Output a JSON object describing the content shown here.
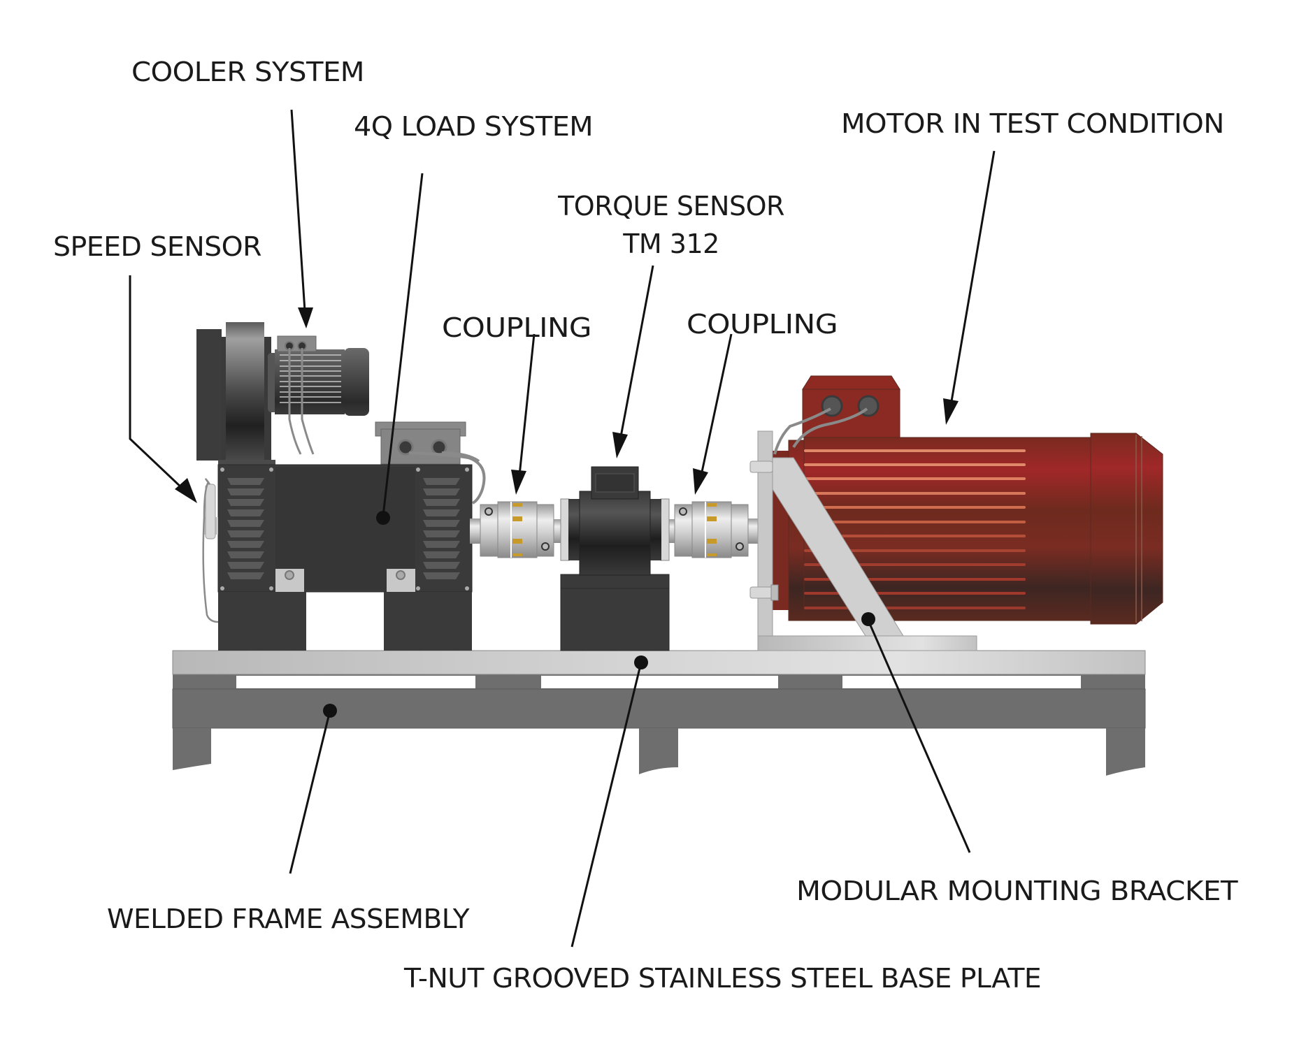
{
  "diagram": {
    "colors": {
      "background": "#ffffff",
      "label_text": "#1a1a1a",
      "leader_line": "#111111",
      "machine_dark": "#3a3a3a",
      "frame_gray": "#6e6e6e",
      "baseplate": "#c4c4c4",
      "motor_red": "#8e2a22",
      "motor_fin": "#e08a6a",
      "coupling_silver": "#d4d4d4",
      "coupling_jaw": "#c89a2a"
    },
    "labels": {
      "cooler_system": "COOLER SYSTEM",
      "load_system": "4Q LOAD SYSTEM",
      "torque_sensor_line1": "TORQUE SENSOR",
      "torque_sensor_line2": "TM 312",
      "motor_in_test": "MOTOR IN TEST CONDITION",
      "speed_sensor": "SPEED SENSOR",
      "coupling_left": "COUPLING",
      "coupling_right": "COUPLING",
      "welded_frame": "WELDED FRAME ASSEMBLY",
      "modular_bracket": "MODULAR MOUNTING BRACKET",
      "base_plate": "T-NUT GROOVED STAINLESS STEEL BASE PLATE"
    },
    "components": [
      {
        "id": "cooler-system",
        "name": "Cooler System",
        "marker": "arrow"
      },
      {
        "id": "load-system",
        "name": "4Q Load System",
        "marker": "dot"
      },
      {
        "id": "speed-sensor",
        "name": "Speed Sensor",
        "marker": "arrow"
      },
      {
        "id": "coupling-left",
        "name": "Coupling",
        "marker": "arrow"
      },
      {
        "id": "torque-sensor",
        "name": "Torque Sensor TM 312",
        "marker": "arrow"
      },
      {
        "id": "coupling-right",
        "name": "Coupling",
        "marker": "arrow"
      },
      {
        "id": "motor-under-test",
        "name": "Motor in Test Condition",
        "marker": "arrow"
      },
      {
        "id": "mounting-bracket",
        "name": "Modular Mounting Bracket",
        "marker": "dot"
      },
      {
        "id": "base-plate",
        "name": "T-Nut Grooved Stainless Steel Base Plate",
        "marker": "dot"
      },
      {
        "id": "welded-frame",
        "name": "Welded Frame Assembly",
        "marker": "dot"
      }
    ]
  }
}
